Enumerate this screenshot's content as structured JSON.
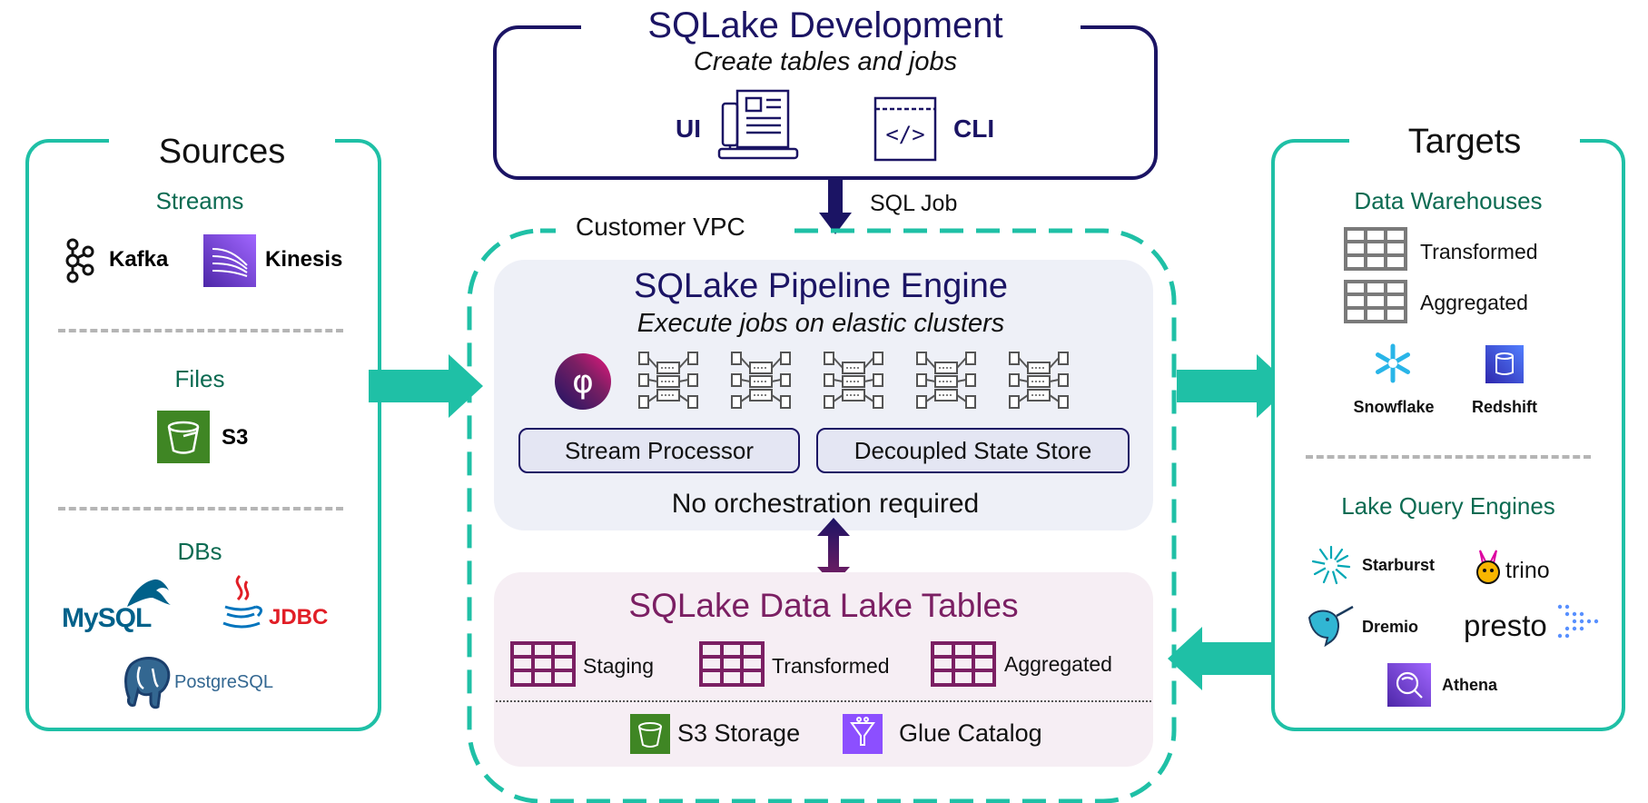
{
  "sources": {
    "title": "Sources",
    "streams": {
      "heading": "Streams",
      "items": [
        "Kafka",
        "Kinesis"
      ]
    },
    "files": {
      "heading": "Files",
      "items": [
        "S3"
      ]
    },
    "dbs": {
      "heading": "DBs",
      "mysql_logo": "MySQL",
      "jdbc": "JDBC",
      "postgres_logo": "PostgreSQL"
    }
  },
  "development": {
    "title": "SQLake Development",
    "subtitle": "Create tables and jobs",
    "ui": "UI",
    "cli": "CLI",
    "cli_glyph": "</>",
    "sql_job": "SQL Job"
  },
  "vpc": {
    "label": "Customer VPC",
    "engine": {
      "title": "SQLake Pipeline Engine",
      "subtitle": "Execute jobs on elastic clusters",
      "logo_glyph": "φ",
      "stream_processor": "Stream Processor",
      "state_store": "Decoupled State Store",
      "note": "No orchestration required"
    },
    "lake": {
      "title": "SQLake Data Lake Tables",
      "tables": [
        "Staging",
        "Transformed",
        "Aggregated"
      ],
      "storage": "S3 Storage",
      "catalog": "Glue Catalog"
    }
  },
  "targets": {
    "title": "Targets",
    "warehouses": {
      "heading": "Data Warehouses",
      "tables": [
        "Transformed",
        "Aggregated"
      ],
      "brands": [
        "Snowflake",
        "Redshift"
      ]
    },
    "lake_engines": {
      "heading": "Lake Query Engines",
      "brands": [
        "Starburst",
        "trino",
        "Dremio",
        "presto",
        "Athena"
      ]
    }
  },
  "colors": {
    "teal": "#1fc0a6",
    "navy": "#1b1464",
    "purple": "#7b1f63",
    "gray_panel": "#eef0f7",
    "pink_panel": "#f6eef4"
  }
}
